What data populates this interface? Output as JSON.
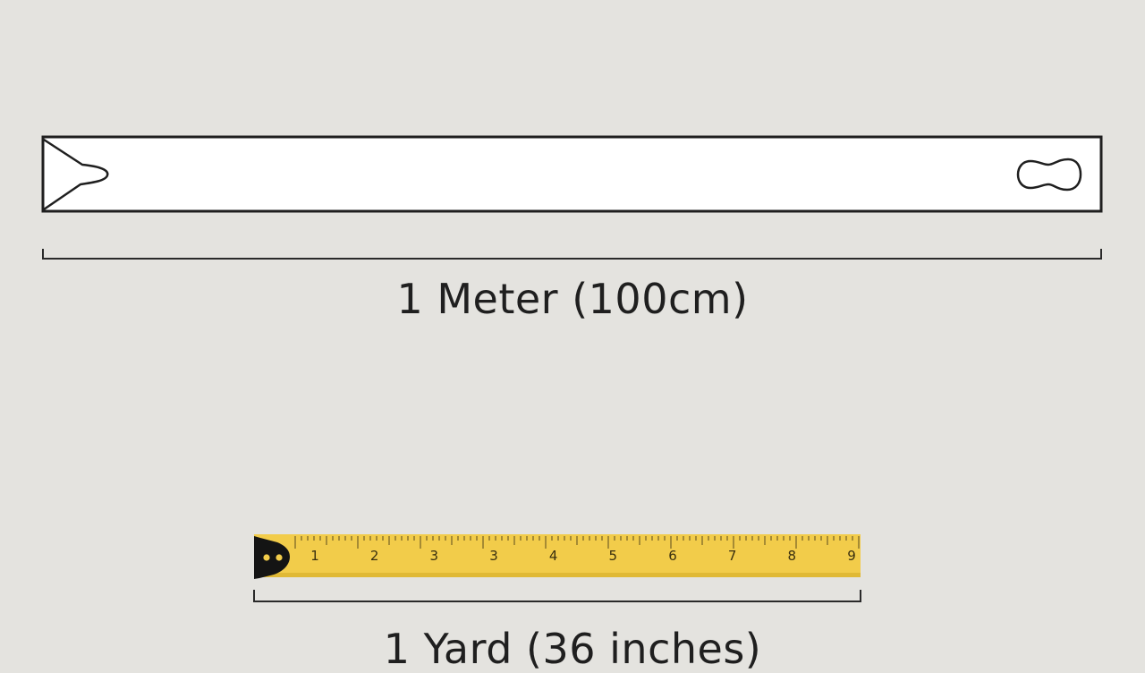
{
  "meter_stick": {
    "caption": "1 Meter (100cm)",
    "fill_color": "#ffffff",
    "outline_color": "#1f1f1f"
  },
  "yard_tape": {
    "caption": "1 Yard (36 inches)",
    "tape_color": "#f2cc4a",
    "hook_color": "#141414",
    "tick_color": "#5a4a1e",
    "numbers": [
      "1",
      "2",
      "3",
      "3",
      "4",
      "5",
      "6",
      "7",
      "8",
      "9"
    ]
  },
  "background_color": "#e4e3df"
}
